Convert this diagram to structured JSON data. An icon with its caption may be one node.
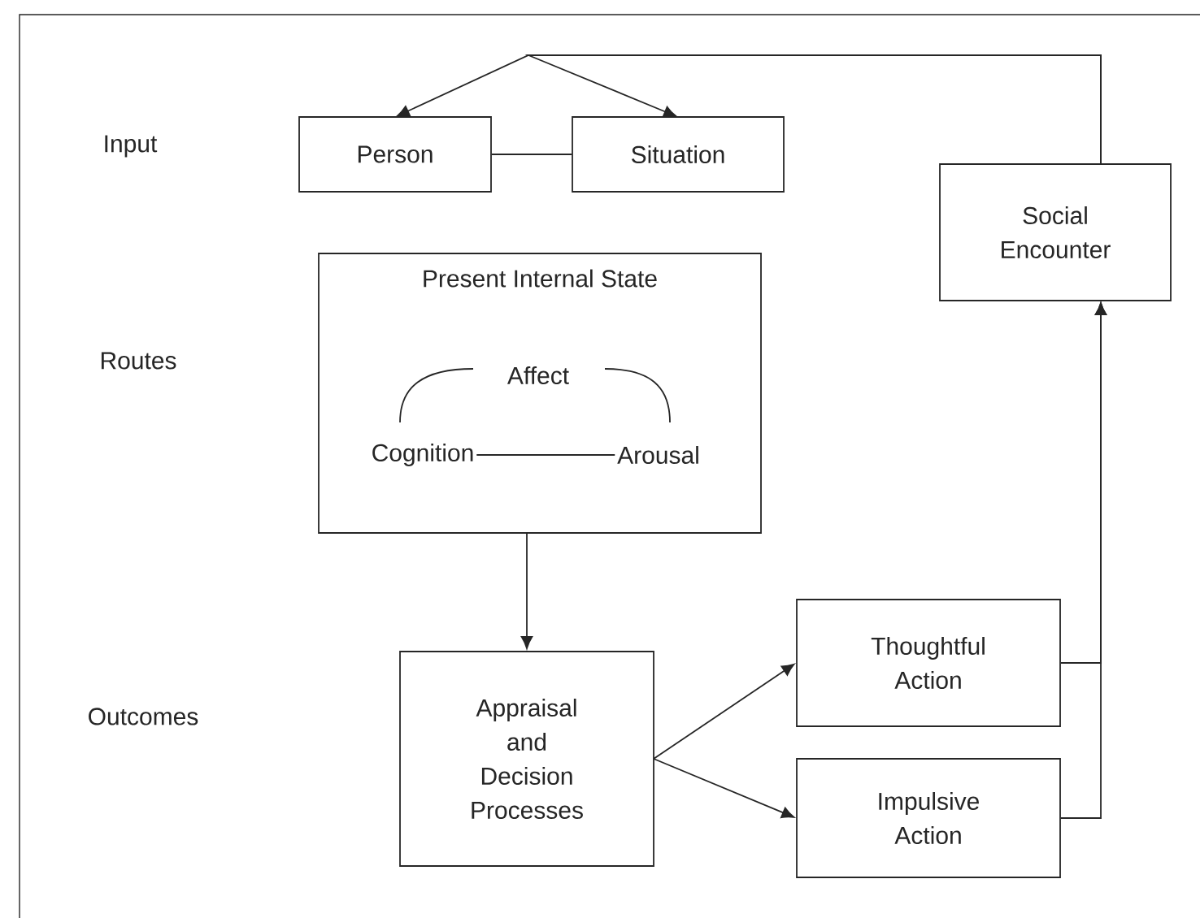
{
  "diagram": {
    "nodes": [
      {
        "text": [
          "Person"
        ]
      },
      {
        "text": [
          "Situation"
        ]
      },
      {
        "text": [
          "Social Encounter"
        ]
      },
      {
        "text": [
          "Present Internal State"
        ]
      },
      {
        "text": [
          "Affect"
        ],
        "in": 3
      },
      {
        "text": [
          "Cognition"
        ],
        "in": 3
      },
      {
        "text": [
          "Arousal"
        ],
        "in": 3
      },
      {
        "text": [
          "Appraisal and Decision Processes"
        ]
      },
      {
        "text": [
          "Thoughtful Action"
        ]
      },
      {
        "text": [
          "Impulsive Action"
        ]
      }
    ],
    "edges": [
      {
        "from": 2,
        "to": 0,
        "arrow": "to"
      },
      {
        "from": 2,
        "to": 1,
        "arrow": "to"
      },
      {
        "from": 0,
        "to": 1,
        "arrow": "none"
      },
      {
        "from": 4,
        "to": 5,
        "arrow": "none"
      },
      {
        "from": 4,
        "to": 6,
        "arrow": "none"
      },
      {
        "from": 5,
        "to": 6,
        "arrow": "none"
      },
      {
        "from": 3,
        "to": 7,
        "arrow": "to"
      },
      {
        "from": 7,
        "to": 8,
        "arrow": "to"
      },
      {
        "from": 7,
        "to": 9,
        "arrow": "to"
      },
      {
        "from": 8,
        "to": 2,
        "arrow": "to"
      },
      {
        "from": 9,
        "to": 2,
        "arrow": "to"
      }
    ],
    "labels": [
      "Input",
      "Routes",
      "Outcomes"
    ]
  }
}
